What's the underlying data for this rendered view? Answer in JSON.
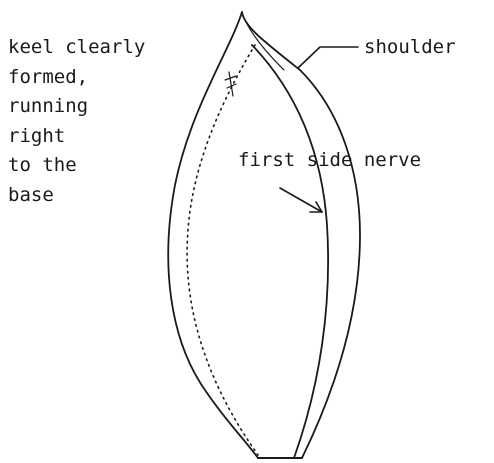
{
  "labels": {
    "keel": {
      "line1": "keel clearly",
      "line2": "formed,",
      "line3": "running",
      "line4": "right",
      "line5": "to the",
      "line6": "base"
    },
    "shoulder": "shoulder",
    "first_side_nerve": "first side nerve"
  },
  "colors": {
    "ink": "#1a1a1a",
    "background": "#ffffff"
  }
}
